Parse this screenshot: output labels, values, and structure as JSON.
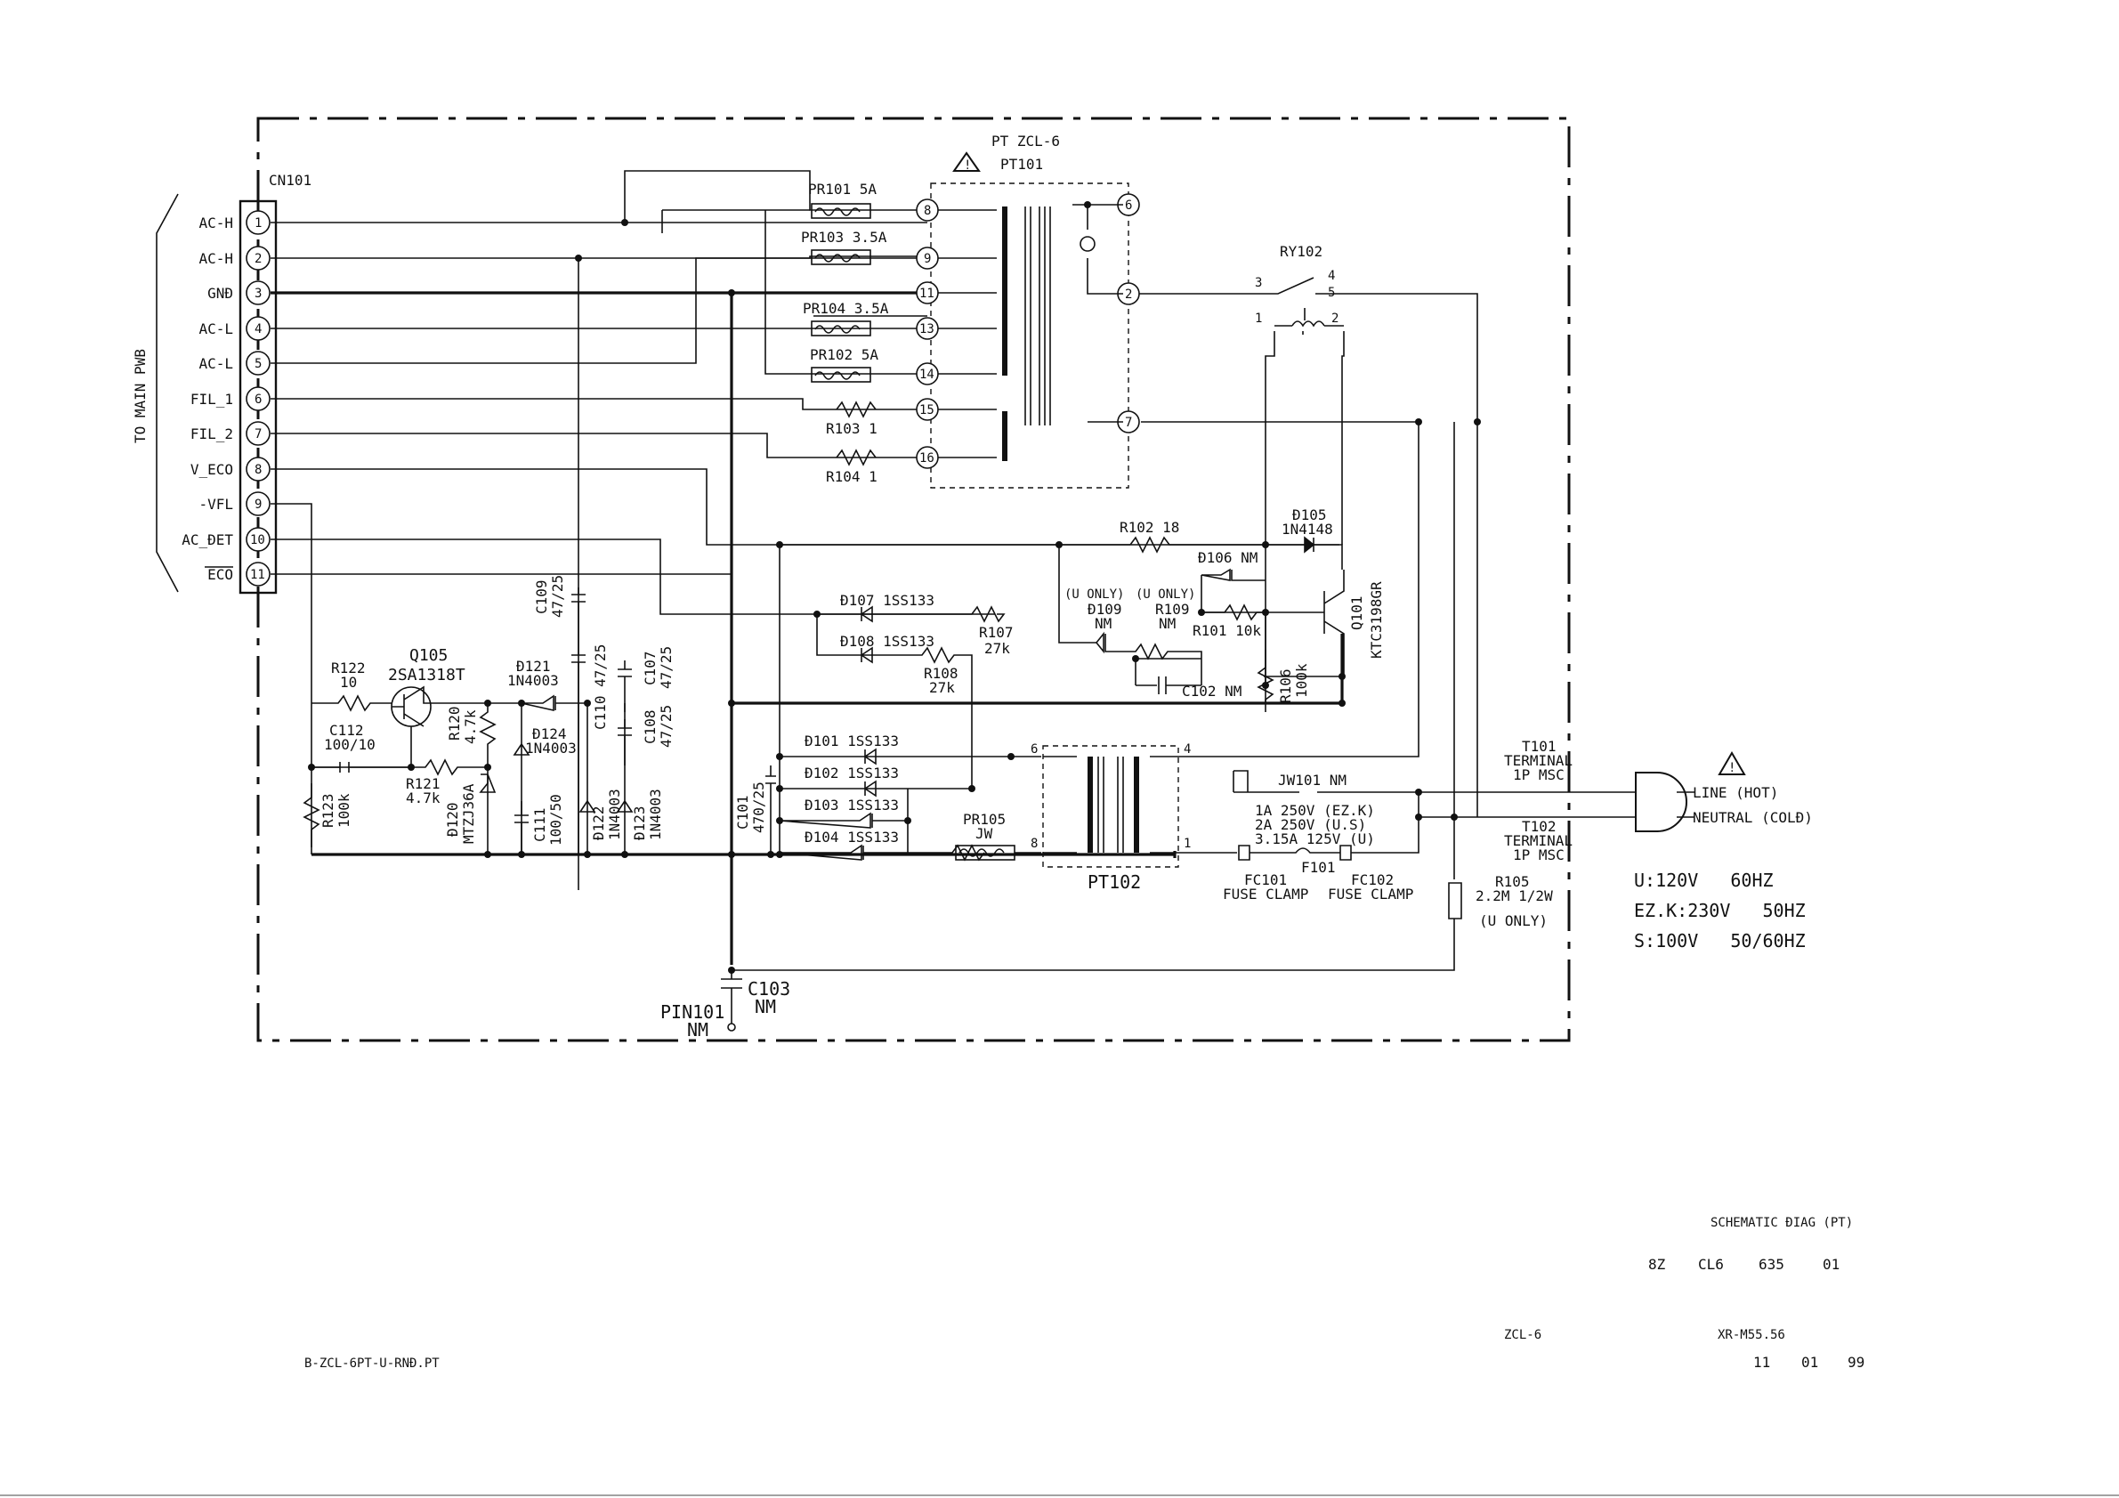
{
  "connector": {
    "ref": "CN101",
    "side_label": "TO MAIN PWB",
    "pins": [
      {
        "num": "1",
        "label": "AC-H"
      },
      {
        "num": "2",
        "label": "AC-H"
      },
      {
        "num": "3",
        "label": "GNĐ"
      },
      {
        "num": "4",
        "label": "AC-L"
      },
      {
        "num": "5",
        "label": "AC-L"
      },
      {
        "num": "6",
        "label": "FIL_1"
      },
      {
        "num": "7",
        "label": "FIL_2"
      },
      {
        "num": "8",
        "label": "V_ECO"
      },
      {
        "num": "9",
        "label": "-VFL"
      },
      {
        "num": "10",
        "label": "AC_ĐET"
      },
      {
        "num": "11",
        "label": "ECO"
      }
    ]
  },
  "transformer_main": {
    "title": "PT ZCL-6",
    "ref": "PT101",
    "primary_pins": [
      "8",
      "9",
      "11",
      "13",
      "14",
      "15",
      "16"
    ],
    "secondary_pins": [
      "6",
      "2",
      "7"
    ]
  },
  "components": {
    "pr101": "PR101 5A",
    "pr103": "PR103 3.5A",
    "pr104": "PR104 3.5A",
    "pr102": "PR102 5A",
    "r103": "R103 1",
    "r104": "R104 1",
    "ry102": "RY102",
    "ry102_pins": [
      "3",
      "4",
      "5",
      "1",
      "2"
    ],
    "r102": "R102 18",
    "d105_ref": "Đ105",
    "d105_val": "1N4148",
    "d106": "Đ106 NM",
    "q101_ref": "Q101",
    "q101_val": "KTC3198GR",
    "u_only_1": "(U ONLY)",
    "u_only_2": "(U ONLY)",
    "d109_ref": "Đ109",
    "d109_val": "NM",
    "r109_ref": "R109",
    "r109_val": "NM",
    "r101": "R101 10k",
    "r106_ref": "R106",
    "r106_val": "100k",
    "c102": "C102 NM",
    "d107": "Đ107 1SS133",
    "d108": "Đ108 1SS133",
    "r107_ref": "R107",
    "r107_val": "27k",
    "r108_ref": "R108",
    "r108_val": "27k",
    "c109_ref": "C109",
    "c109_val": "47/25",
    "c110": "C110 47/25",
    "c107_ref": "C107",
    "c107_val": "47/25",
    "c108_ref": "C108",
    "c108_val": "47/25",
    "r122_ref": "R122",
    "r122_val": "10",
    "q105_ref": "Q105",
    "q105_val": "2SA1318T",
    "d121_ref": "Đ121",
    "d121_val": "1N4003",
    "r120_ref": "R120",
    "r120_val": "4.7k",
    "d124_ref": "Đ124",
    "d124_val": "1N4003",
    "c112_ref": "C112",
    "c112_val": "100/10",
    "r121_ref": "R121",
    "r121_val": "4.7k",
    "r123_ref": "R123",
    "r123_val": "100k",
    "d120_ref": "Đ120",
    "d120_val": "MTZJ36A",
    "c111_ref": "C111",
    "c111_val": "100/50",
    "d122_ref": "Đ122",
    "d122_val": "1N4003",
    "d123_ref": "Đ123",
    "d123_val": "1N4003",
    "c101_ref": "C101",
    "c101_val": "470/25",
    "d101": "Đ101 1SS133",
    "d102": "Đ102 1SS133",
    "d103": "Đ103 1SS133",
    "d104": "Đ104 1SS133",
    "pr105_ref": "PR105",
    "pr105_val": "JW",
    "pt102": "PT102",
    "pt102_pins": [
      "6",
      "4",
      "8",
      "1"
    ],
    "jw101": "JW101 NM",
    "fuse_note_1": "1A 250V (EZ.K)",
    "fuse_note_2": "2A 250V (U.S)",
    "fuse_note_3": "3.15A 125V (U)",
    "f101": "F101",
    "fc101_ref": "FC101",
    "fc101_val": "FUSE CLAMP",
    "fc102_ref": "FC102",
    "fc102_val": "FUSE CLAMP",
    "r105_ref": "R105",
    "r105_val": "2.2M 1/2W",
    "r105_note": "(U ONLY)",
    "c103_ref": "C103",
    "c103_val": "NM",
    "pin101_ref": "PIN101",
    "pin101_val": "NM",
    "t101_ref": "T101",
    "t101_line1": "TERMINAL",
    "t101_line2": "1P MSC",
    "t102_ref": "T102",
    "t102_line1": "TERMINAL",
    "t102_line2": "1P MSC",
    "plug_line": "LINE (HOT)",
    "plug_neutral": "NEUTRAL (COLĐ)"
  },
  "voltage_notes": [
    "U:120V   60HZ",
    "EZ.K:230V   50HZ",
    "S:100V   50/60HZ"
  ],
  "title_block": {
    "title": "SCHEMATIC ĐIAG (PT)",
    "code_1": "8Z",
    "code_2": "CL6",
    "code_3": "635",
    "code_4": "01",
    "model": "ZCL-6",
    "series": "XR-M55.56",
    "date_1": "11",
    "date_2": "01",
    "date_3": "99",
    "filename": "B-ZCL-6PT-U-RNĐ.PT"
  }
}
